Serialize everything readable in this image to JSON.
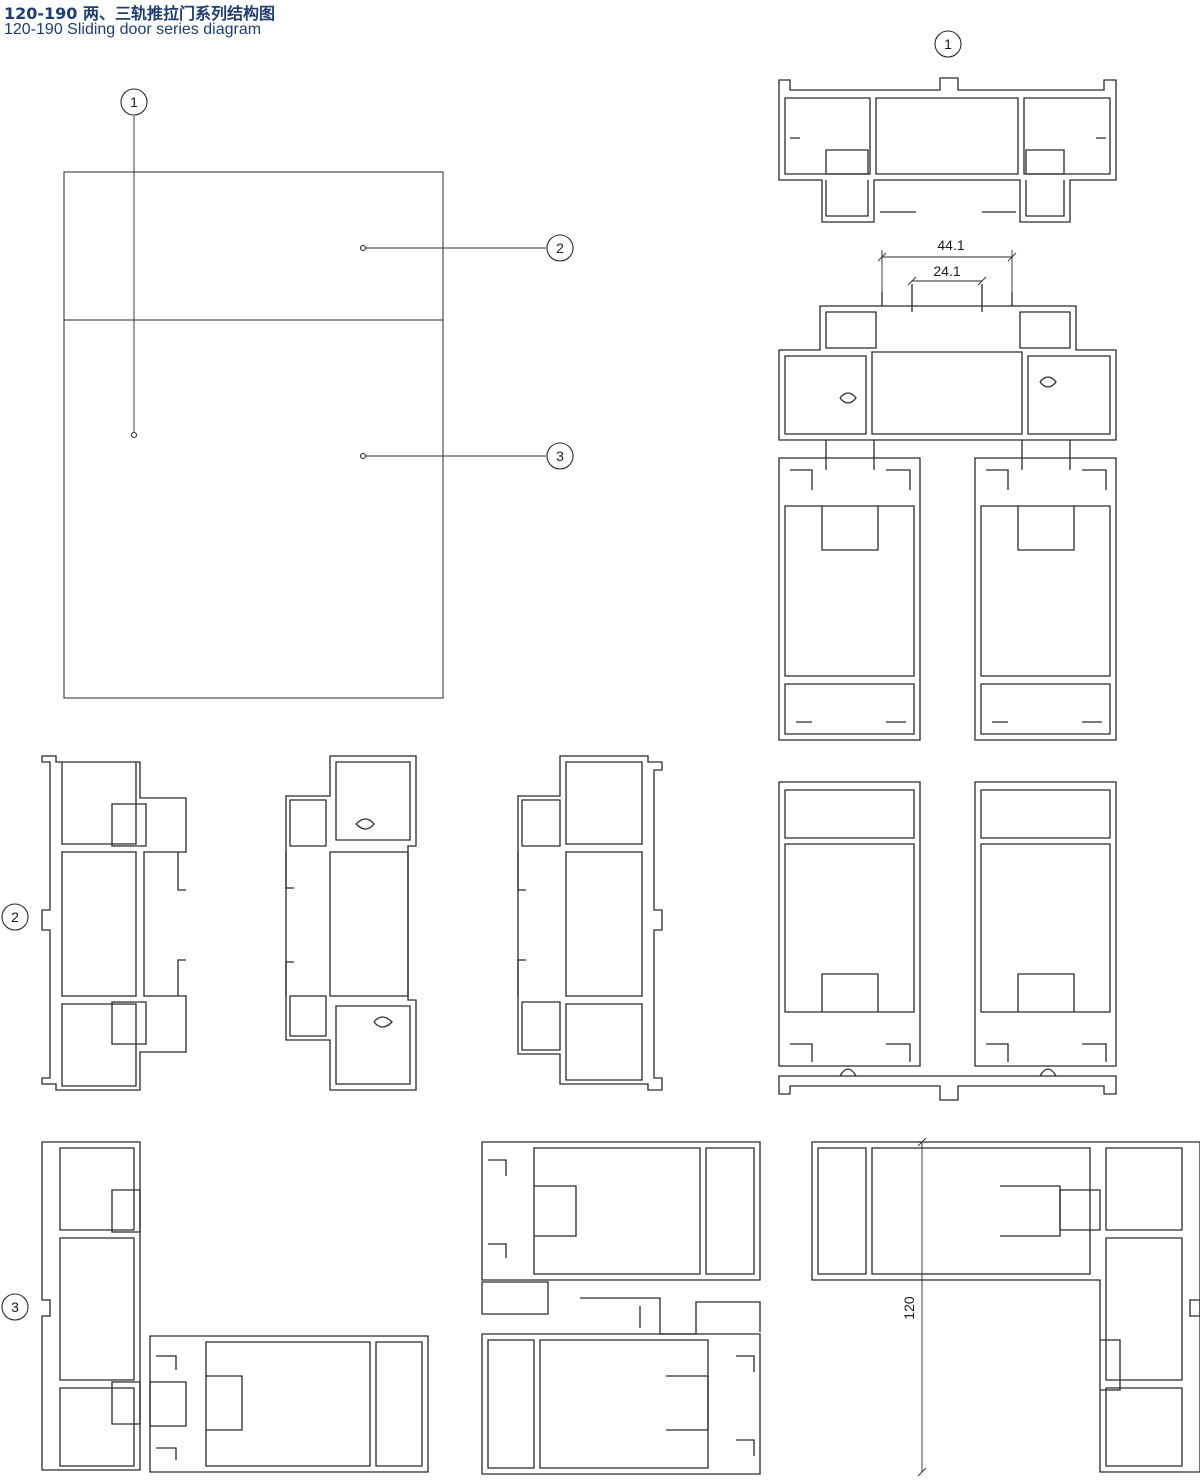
{
  "header": {
    "title_cn": "120-190 两、三轨推拉门系列结构图",
    "title_en": "120-190 Sliding door series diagram"
  },
  "callouts": {
    "one": "1",
    "two": "2",
    "three": "3"
  },
  "dimensions": {
    "outer_width": "44.1",
    "inner_width": "24.1",
    "vertical": "120"
  }
}
